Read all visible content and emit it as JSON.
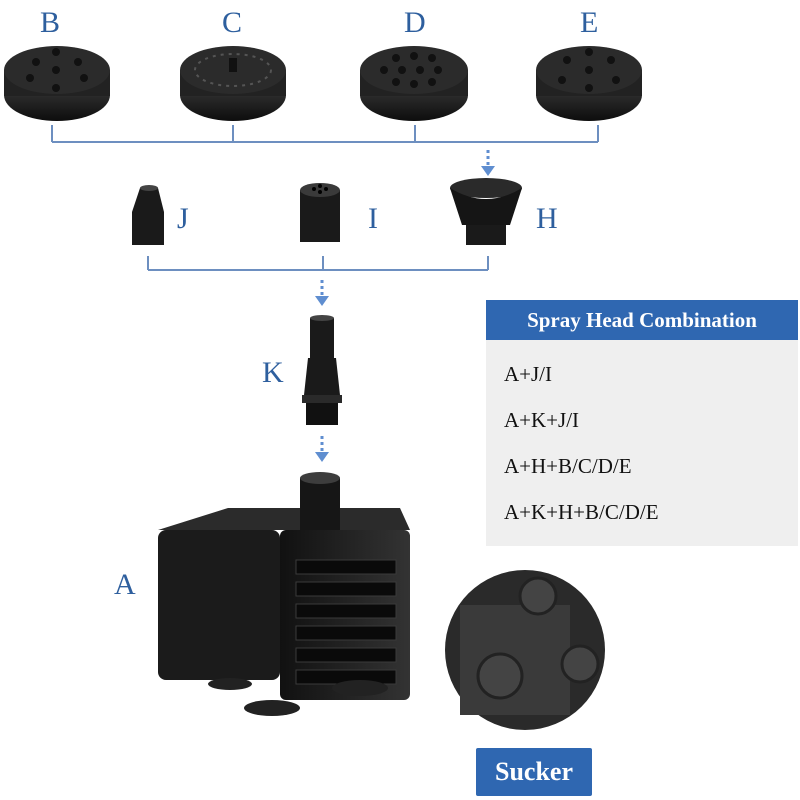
{
  "labels": {
    "b": "B",
    "c": "C",
    "d": "D",
    "e": "E",
    "j": "J",
    "i": "I",
    "h": "H",
    "k": "K",
    "a": "A"
  },
  "combination": {
    "title": "Spray Head Combination",
    "rows": [
      "A+J/I",
      "A+K+J/I",
      "A+H+B/C/D/E",
      "A+K+H+B/C/D/E"
    ]
  },
  "sucker": {
    "label": "Sucker"
  },
  "colors": {
    "accent": "#2f67b1",
    "letters": "#2e5f9e",
    "parts": "#1a1a1a"
  }
}
